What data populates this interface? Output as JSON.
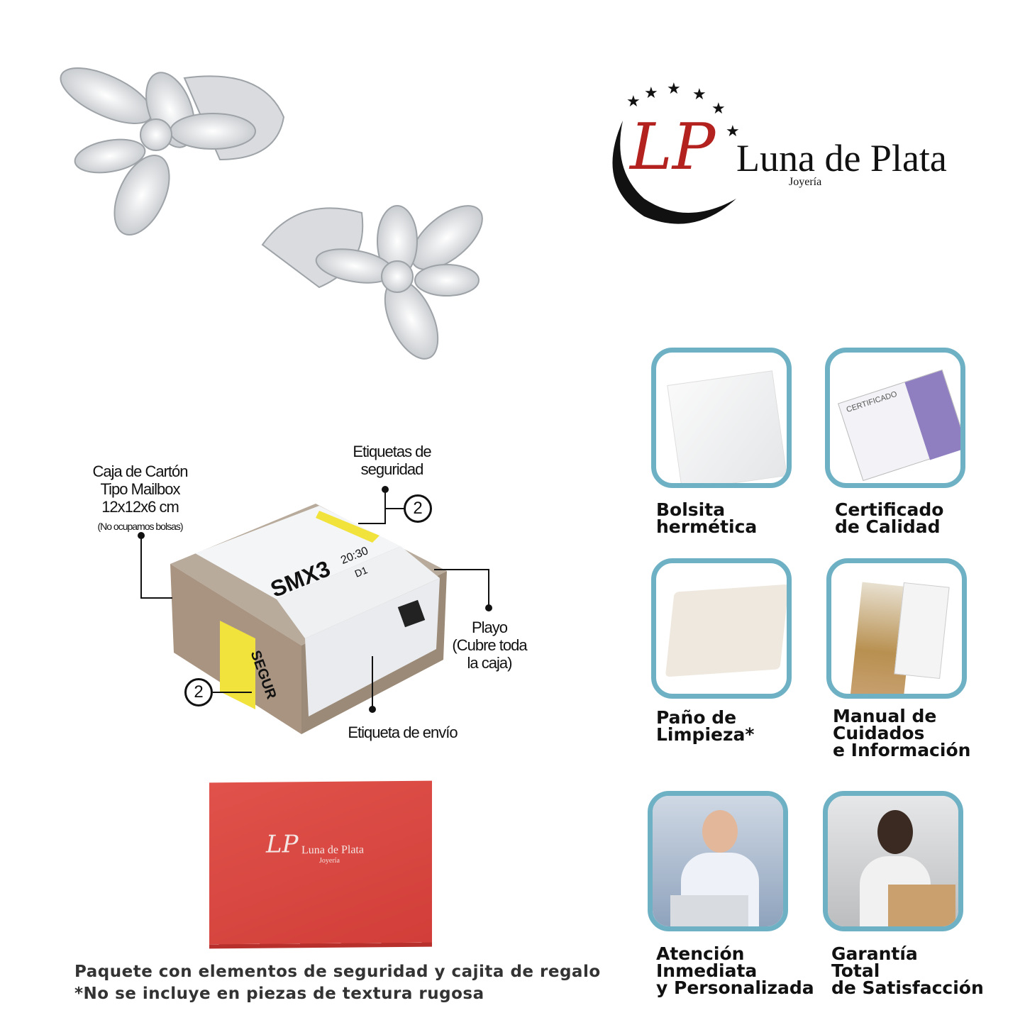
{
  "logo": {
    "brand": "Luna de Plata",
    "subtitle": "Joyería",
    "monogram": "LP"
  },
  "callouts": {
    "box_title": "Caja de Cartón\nTipo Mailbox\n12x12x6 cm",
    "box_note": "(No ocupamos bolsas)",
    "security_labels": "Etiquetas de\nseguridad",
    "security_count_top": "2",
    "security_count_side": "2",
    "wrap": "Playo\n(Cubre toda\nla caja)",
    "shipping_label": "Etiqueta de envío"
  },
  "package_label": {
    "code": "SMX3",
    "time": "20:30",
    "route": "D1",
    "side_sticker": "SEGUR"
  },
  "gift_box": {
    "brand": "Luna de Plata",
    "subtitle": "Joyería"
  },
  "features": [
    {
      "label": "Bolsita\nhermética",
      "image": "zip-bag"
    },
    {
      "label": "Certificado\nde Calidad",
      "image": "certificate",
      "image_text": "CERTIFICADO"
    },
    {
      "label": "Paño de\nLimpieza*",
      "image": "cleaning-cloth"
    },
    {
      "label": "Manual de\nCuidados\ne Información",
      "image": "manual"
    },
    {
      "label": "Atención\nInmediata\ny Personalizada",
      "image": "support-agent"
    },
    {
      "label": "Garantía\nTotal\nde Satisfacción",
      "image": "happy-customer"
    }
  ],
  "footer": {
    "line1": "Paquete con elementos de seguridad y cajita de regalo",
    "line2": "*No se incluye en piezas de textura rugosa"
  },
  "colors": {
    "tile_border": "#6fb1c4",
    "brand_red": "#b3221f",
    "gift_box": "#d8453f"
  }
}
